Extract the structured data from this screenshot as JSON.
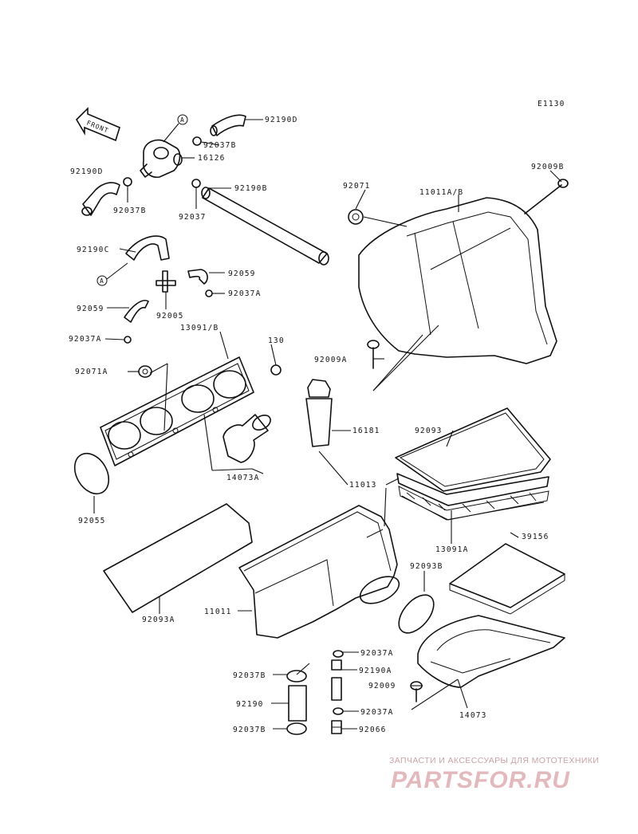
{
  "diagram_code": "E1130",
  "front_label": "FRONT",
  "ref_marker": "A",
  "parts": {
    "p92190D_top": "92190D",
    "p92037B_top": "92037B",
    "p16126": "16126",
    "p92190D_left": "92190D",
    "p92037B_left": "92037B",
    "p92037": "92037",
    "p92190B": "92190B",
    "p92071": "92071",
    "p11011AB": "11011A/B",
    "p92009B": "92009B",
    "p92190C": "92190C",
    "p92059_r": "92059",
    "p92037A_r": "92037A",
    "p92005": "92005",
    "p92059_l": "92059",
    "p92037A_l": "92037A",
    "p13091B": "13091/B",
    "p130": "130",
    "p92071A": "92071A",
    "p92009A": "92009A",
    "p16181": "16181",
    "p92093": "92093",
    "p11013": "11013",
    "p92055": "92055",
    "p14073A": "14073A",
    "p13091A": "13091A",
    "p39156": "39156",
    "p92093B": "92093B",
    "p92093A": "92093A",
    "p11011": "11011",
    "p92037A_b1": "92037A",
    "p92037B_b1": "92037B",
    "p92190A": "92190A",
    "p92009": "92009",
    "p92190": "92190",
    "p92037A_b2": "92037A",
    "p92037B_b2": "92037B",
    "p92066": "92066",
    "p14073": "14073"
  },
  "watermark": {
    "tagline": "ЗАПЧАСТИ И АКСЕССУАРЫ ДЛЯ МОТОТЕХНИКИ",
    "logo": "PARTSFOR.RU"
  }
}
